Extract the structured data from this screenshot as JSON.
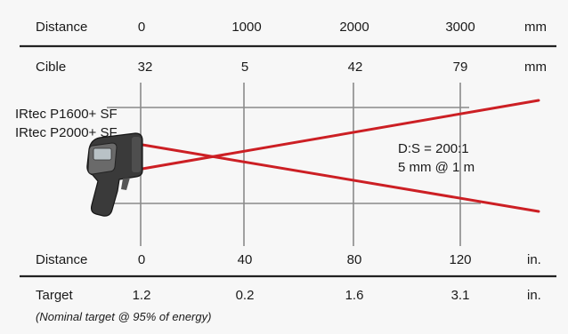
{
  "diagram": {
    "top_scale": {
      "distance_label": "Distance",
      "distance_values": [
        "0",
        "1000",
        "2000",
        "3000"
      ],
      "distance_unit": "mm",
      "target_label": "Cible",
      "target_values": [
        "32",
        "5",
        "42",
        "79"
      ],
      "target_unit": "mm"
    },
    "models": [
      "IRtec P1600+ SF",
      "IRtec P2000+ SF"
    ],
    "ratio": {
      "line1": "D:S = 200:1",
      "line2": "5 mm @ 1 m"
    },
    "bottom_scale": {
      "distance_label": "Distance",
      "distance_values": [
        "0",
        "40",
        "80",
        "120"
      ],
      "distance_unit": "in.",
      "target_label": "Target",
      "target_values": [
        "1.2",
        "0.2",
        "1.6",
        "3.1"
      ],
      "target_unit": "in.",
      "note": "(Nominal target @ 95% of energy)"
    },
    "colors": {
      "beam": "#cc1f24",
      "grid": "#8a8a8a",
      "rule": "#222222",
      "device_body": "#3a3a3a"
    }
  }
}
